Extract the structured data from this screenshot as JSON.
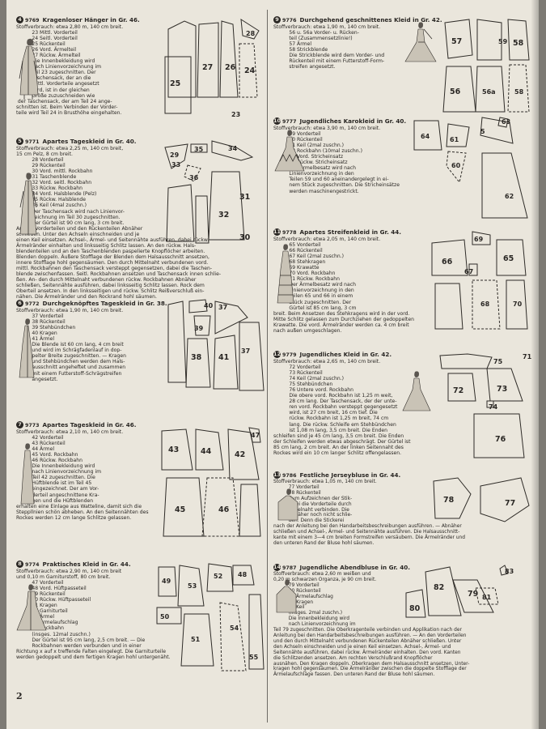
{
  "page_number": "2",
  "entries": [
    {
      "number": "4",
      "code": "9769",
      "title": "Kragenloser Hänger in Gr. 46.",
      "text": "Stoffverbrauch: etwa 2,80 m, 140 cm breit.\n          23 Mittl. Vorderteil\n          24 Seitl. Vorderteil\n          25 Rückenteil\n          26 Vord. Ärmelteil\n          27 Rückw. Ärmelteil\n          Die Innenbekleidung wird\n          nach Linienvorzeichnung im\n          Teil 23 zugeschnitten. Der\n          Taschensack, der an die\n          mittl. Vorderteile angesetzt\n          wird, ist in der gleichen\n          Größe zuzuschneiden wie\n der Taschensack, der am Teil 24 ange-\nschnitten ist. Beim Verbinden der Vorder-\nteile wird Teil 24 in Brusthöhe eingehalten."
    },
    {
      "number": "5",
      "code": "9771",
      "title": "Apartes Tageskleid in Gr. 40.",
      "text": "Stoffverbrauch: etwa 2,25 m, 140 cm breit,\n15 cm Pelz, 8 cm breit.\n          28 Vorderteil\n          29 Rückenteil\n          30 Vord. mittl. Rockbahn\n          31 Taschenblende\n          32 Vord. seitl. Rockbahn\n          33 Rückw. Rockbahn\n          34 Vord. Halsblende (Pelz)\n          35 Rückw. Halsblende\n          36 Keil (4mal zuschn.)\n          Der Taschensack wird nach Linienvor-\n          zeichnung im Teil 30 zugeschnitten.\n          Der Gürtel ist 90 cm lang, 3 cm breit.\nAn den Vorderteilen und den Rückenteilen Abnäher\nschließen. Unter den Achseln einschneiden und je\neinen Keil einsetzen. Achsel-, Ärmel- und Seitennähte ausführen, dabei rückw.\nÄrmelränder einhalten und linksseitig Schlitz lassen. An den rückw. Hals-\nblendenteilen und an den Taschenblenden paspelierte Knopflöcher arbeiten.\nBlenden doppeln. Äußere Stofflage der Blenden dem Halsausschnitt ansetzen,\ninnere Stofflage hohl gegensäumen. Den durch Mittelnaht verbundenen vord.\nmittl. Rockbahnen den Taschensack versteppt gegensetzen, dabei die Taschen-\nblende zwischenfassen. Seitl. Rockbahnen ansetzen und Taschensack innen schlie-\nßen. An- den durch Mittelnaht verbundenen rückw. Rockbahnen Abnäher\nschließen, Seitennähte ausführen, dabei linksseitig Schlitz lassen. Rock dem\nOberteil ansetzen. In den linksseitigen und rückw. Schlitz Reißverschluß ein-\nnähen. Die Ärmelränder und den Rockrand hohl säumen."
    },
    {
      "number": "6",
      "code": "9772",
      "title": "Durchgeknöpftes Tageskleid in Gr. 38.",
      "text": "Stoffverbrauch: etwa 1,90 m, 140 cm breit.\n          37 Vorderteil\n          38 Rückenteil\n          39 Stehbündchen\n          40 Kragen\n          41 Ärmel\n          Die Blende ist 60 cm lang, 4 cm breit\n          und wird im Schrägfadenlauf in dop-\n          pelter Breite zugeschnitten. — Kragen\n          und Stehbündchen werden dem Hals-\n          ausschnitt angeheftet und zusammen\n          mit einem Futterstoff-Schrägstreifen\n          angesetzt."
    },
    {
      "number": "7",
      "code": "9773",
      "title": "Apartes Tageskleid in Gr. 46.",
      "text": "Stoffverbrauch: etwa 2,10 m, 140 cm breit.\n          42 Vorderteil\n          43 Rückenteil\n          44 Ärmel\n          45 Vord. Rockbahn\n          46 Rückw. Rockbahn\n          Die Innenbekleidung wird\n          nach Linienvorzeichnung im\n          Teil 42 zugeschnitten. Die\n          Hüftblende ist im Teil 45\n          eingezeichnet. Der am Vor-\n          derteil angeschnittene Kra-\n          gen und die Hüftblenden\nerhalten eine Einlage aus Watteline, damit sich die\nSteppllnien schön abheben. An den Seitennähten des\nRockes werden 12 cm lange Schlitze gelassen."
    },
    {
      "number": "8",
      "code": "9774",
      "title": "Praktisches Kleid in Gr. 44.",
      "text": "Stoffverbrauch: etwa 2,90 m, 140 cm breit\nund 0,10 m Garniturstoff, 80 cm breit.\n          47 Vorderteil\n          48 Vord. Hüftpasseteil\n          49 Rückenteil\n          50 Rückw. Hüftpasseteil\n          51 Kragen\n          52 Garniturteil\n          53 Ärmel\n          54 Ärmelaufschlag\n          55 Rockbahn\n          (insges. 12mal zuschn.)\n          Der Gürtel ist 95 cm lang, 2,5 cm breit. — Die\n          Rockbahnen werden verbunden und in einer\nRichtung x auf x treffende Falten eingelegt. Die Garniturteile\nwerden gedoppelt und dem fertigen Kragen hohl untergenäht."
    },
    {
      "number": "9",
      "code": "9776",
      "title": "Durchgehend geschnittenes Kleid in Gr. 42.",
      "text": "Stoffverbrauch: etwa 1,90 m, 140 cm breit.\n          56 u. 56a Vorder- u. Rücken-\n          teil (Zusammensetzlinie!)\n          57 Ärmel\n          58 Strickblende\n          Die Strickblende wird dem Vorder- und\n          Rückenteil mit einem Futterstoff-Form-\n          streifen angesetzt."
    },
    {
      "number": "10",
      "code": "9777",
      "title": "Jugendliches Karokleid in Gr. 40.",
      "text": "Stoffverbrauch: etwa 3,90 m, 140 cm breit.\n          59 Vorderteil\n          60 Rückenteil\n          61 Keil (2mal zuschn.)\n          62 Rockbahn (10mal zuschn.)\n          63 Vord. Stricheinsatz\n          64 Rückw. Stricheinsatz\n          Der Ärmelbesatz wird nach\n          Linienvorzeichnung in den\n          Teilen 59 und 60 aneinandergelegt in ei-\n          nem Stück zugeschnitten. Die Stricheinsätze\n          werden maschinengestrickt."
    },
    {
      "number": "11",
      "code": "9778",
      "title": "Apartes Streifenkleid in Gr. 44.",
      "text": "Stoffverbrauch: etwa 2,05 m, 140 cm breit.\n          65 Vorderteil\n          66 Rückenteil\n          67 Keil (2mal zuschn.)\n          68 Stehkragen\n          69 Krawatte\n          70 Vord. Rockbahn\n          71 Rückw. Rockbahn\n          Der Ärmelbesatz wird nach\n          Linienvorzeichnung in den\n          Teilen 65 und 66 in einem\n          Stück zugeschnitten. Der\n          Gürtel ist 85 cm lang, 3 cm\nbreit. Beim Ansetzen des Stehkragens wird in der vord.\nMitte Schlitz gelassen zum Durchziehen der gedoppelten\nKrawatte. Die vord. Ärmelränder werden ca. 4 cm breit\nnach außen umgeschlagen."
    },
    {
      "number": "12",
      "code": "9779",
      "title": "Jugendliches Kleid in Gr. 42.",
      "text": "Stoffverbrauch: etwa 2,65 m, 140 cm breit.\n          72 Vorderteil\n          73 Rückenteil\n          74 Keil (2mal zuschn.)\n          75 Stehbündchen\n          76 Untere vord. Rockbahn\n          Die obere vord. Rockbahn ist 1,25 m weit,\n          28 cm lang. Der Taschensack, der der unte-\n          ren vord. Rockbahn versteppt gegengesetzt\n          wird, ist 27 cm breit, 16 cm tief. Die\n          rückw. Rockbahn ist 1,25 m breit, 74 cm\n          lang. Die rückw. Schleife em Stehbündchen\n          ist 1,08 m lang, 3,5 cm breit. Die Enden\nschleifen sind je 45 cm lang, 3,5 cm breit. Die Enden\nder Schleifen werden etwas abgeschrägt. Der Gürtel ist\n85 cm lang, 2 cm breit. An der linken Seitennaht des\nRockes wird ein 10 cm langer Schlitz offengelassen."
    },
    {
      "number": "13",
      "code": "9786",
      "title": "Festliche Jerseybluse in Gr. 44.",
      "text": "Stoffverbrauch: etwa 1,05 m, 140 cm breit.\n          77 Vorderteil\n          78 Rückenteil\n          Zum Aufzeichnen der Stik-\n          kerei die Vorderteile durch\n          Mittelnaht verbinden. Die\n          Abnäher noch nicht schlie-\n          ßen. Denn die Stickerei\nnach der Anleitung bei den Handarbeitsbeschreibungen ausführen. — Abnäher\nschließen und Achsel-, Ärmel- und Seitennähte ausführen. Die Halsausschnitt-\nkante mit einem 3—4 cm breiten Formstreifen versäubern. Die Ärmelränder und\nden unteren Rand der Bluse hohl säumen."
    },
    {
      "number": "14",
      "code": "9787",
      "title": "Jugendliche Abendbluse in Gr. 40.",
      "text": "Stoffverbrauch: etwa 2,60 m weißen und\n0,20 m schwarzen Organza, je 90 cm breit.\n          79 Vorderteil\n          80 Rückenteil\n          81 Ärmelaufschlag\n          82 Kragen\n          83 Keil\n          (insges. 2mal zuschn.)\n          Die Innenbekleidung wird\n          nach Linienvorzeichnung im\nTeil 79 zugeschnitten. Die Oberkragenteile verbinden und Applikation nach der\nAnleitung bei den Handarbeitsbeschreibungen ausführen. — An den Vorderteilen\nund den durch Mittelnaht verbundenen Rückenteilen Abnäher schließen. Unter\nden Achseln einschneiden und je einen Keil einsetzen. Achsel-, Ärmel- und\nSeitennähte ausführen, dabei rückw. Ärmelränder einhalten. Den vord. Kanten\ndie Schlitzenden ansetzen. Am rechten Verschlußrand Knopflöcher\nausnähen. Den Kragen doppeln. Oberkragen dem Halsausschnitt ansetzen, Unter-\nkragen hohl gegensäumen. Die Ärmelränder zwischen die doppelte Stofflage der\nÄrmelaufschläge fassen. Den unteren Rand der Bluse hohl säumen."
    }
  ]
}
